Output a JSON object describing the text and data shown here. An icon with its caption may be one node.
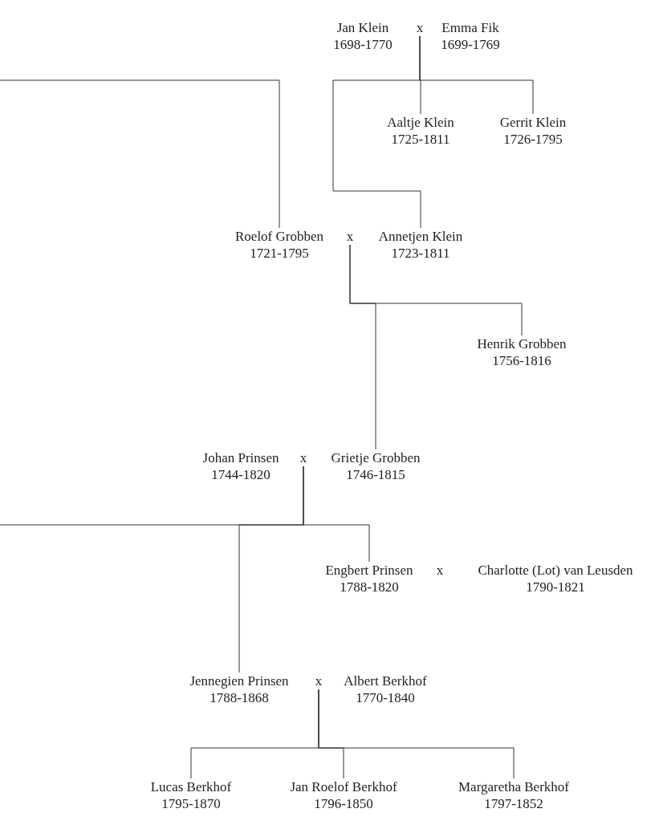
{
  "diagram": {
    "nodes": [
      {
        "text": [
          "Jan Klein",
          "1698-1770"
        ]
      },
      {
        "text": [
          "x"
        ]
      },
      {
        "text": [
          "Emma Fik",
          "1699-1769"
        ]
      },
      {
        "text": [
          "Aaltje Klein",
          "1725-1811"
        ]
      },
      {
        "text": [
          "Gerrit Klein",
          "1726-1795"
        ]
      },
      {
        "text": [
          "Roelof Grobben",
          "1721-1795"
        ]
      },
      {
        "text": [
          "x"
        ]
      },
      {
        "text": [
          "Annetjen Klein",
          "1723-1811"
        ]
      },
      {
        "text": [
          "Henrik Grobben",
          "1756-1816"
        ]
      },
      {
        "text": [
          "Johan Prinsen",
          "1744-1820"
        ]
      },
      {
        "text": [
          "x"
        ]
      },
      {
        "text": [
          "Grietje Grobben",
          "1746-1815"
        ]
      },
      {
        "text": [
          "Engbert Prinsen",
          "1788-1820"
        ]
      },
      {
        "text": [
          "x"
        ]
      },
      {
        "text": [
          "Charlotte (Lot) van Leusden",
          "1790-1821"
        ]
      },
      {
        "text": [
          "Jennegien Prinsen",
          "1788-1868"
        ]
      },
      {
        "text": [
          "x"
        ]
      },
      {
        "text": [
          "Albert Berkhof",
          "1770-1840"
        ]
      },
      {
        "text": [
          "Lucas Berkhof",
          "1795-1870"
        ]
      },
      {
        "text": [
          "Jan Roelof Berkhof",
          "1796-1850"
        ]
      },
      {
        "text": [
          "Margaretha Berkhof",
          "1797-1852"
        ]
      }
    ],
    "edges": [
      {
        "from": 1,
        "to": 3,
        "arrow": "none"
      },
      {
        "from": 1,
        "to": 4,
        "arrow": "none"
      },
      {
        "from": 1,
        "to": 7,
        "arrow": "none"
      },
      {
        "from": null,
        "to": 5,
        "arrow": "none"
      },
      {
        "from": 6,
        "to": 8,
        "arrow": "none"
      },
      {
        "from": 6,
        "to": 11,
        "arrow": "none"
      },
      {
        "from": 10,
        "to": 15,
        "arrow": "none"
      },
      {
        "from": 10,
        "to": 12,
        "arrow": "none"
      },
      {
        "from": 10,
        "to": null,
        "arrow": "none"
      },
      {
        "from": 16,
        "to": 18,
        "arrow": "none"
      },
      {
        "from": 16,
        "to": 19,
        "arrow": "none"
      },
      {
        "from": 16,
        "to": 20,
        "arrow": "none"
      }
    ]
  }
}
